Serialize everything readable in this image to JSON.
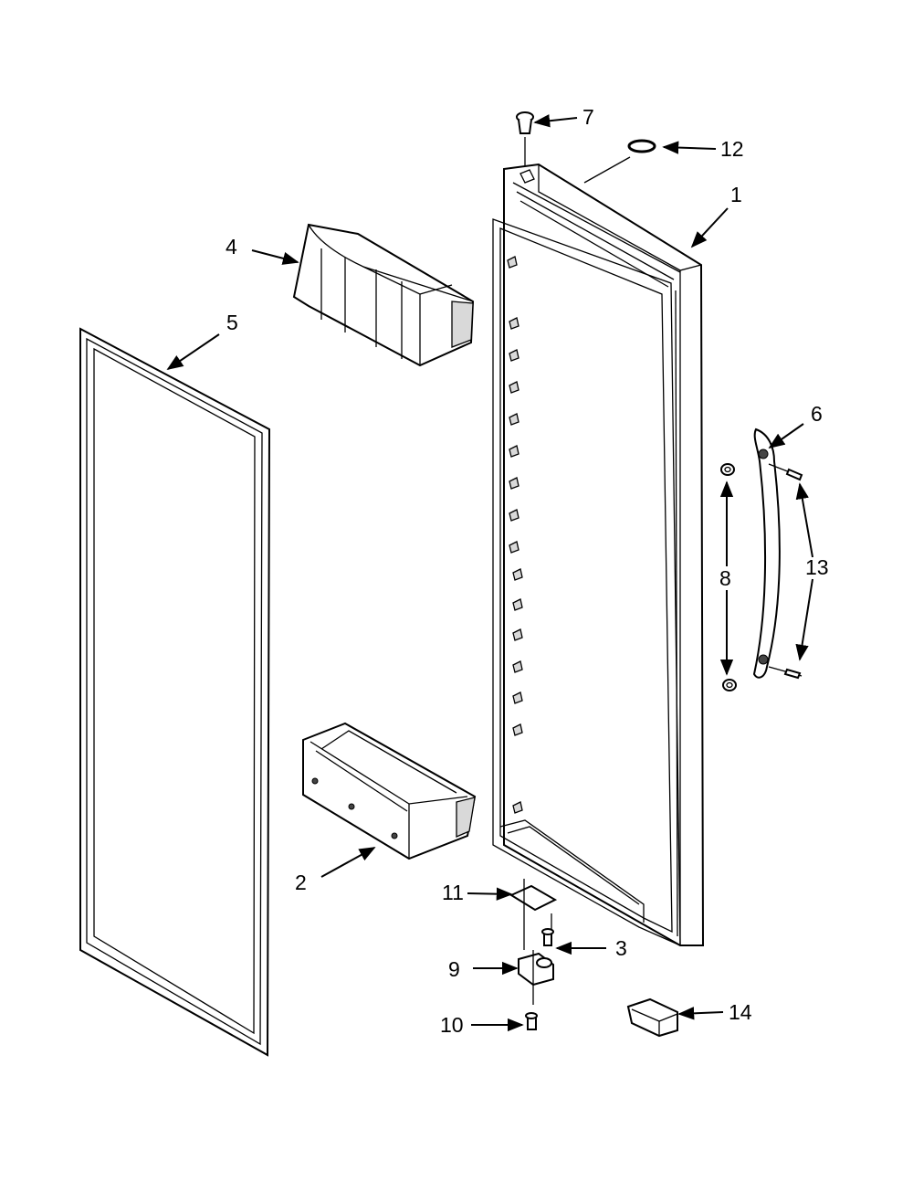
{
  "callouts": [
    {
      "id": "7",
      "label": "7"
    },
    {
      "id": "12",
      "label": "12"
    },
    {
      "id": "1",
      "label": "1"
    },
    {
      "id": "4",
      "label": "4"
    },
    {
      "id": "5",
      "label": "5"
    },
    {
      "id": "6",
      "label": "6"
    },
    {
      "id": "13",
      "label": "13"
    },
    {
      "id": "8",
      "label": "8"
    },
    {
      "id": "2",
      "label": "2"
    },
    {
      "id": "11",
      "label": "11"
    },
    {
      "id": "3",
      "label": "3"
    },
    {
      "id": "9",
      "label": "9"
    },
    {
      "id": "10",
      "label": "10"
    },
    {
      "id": "14",
      "label": "14"
    }
  ]
}
